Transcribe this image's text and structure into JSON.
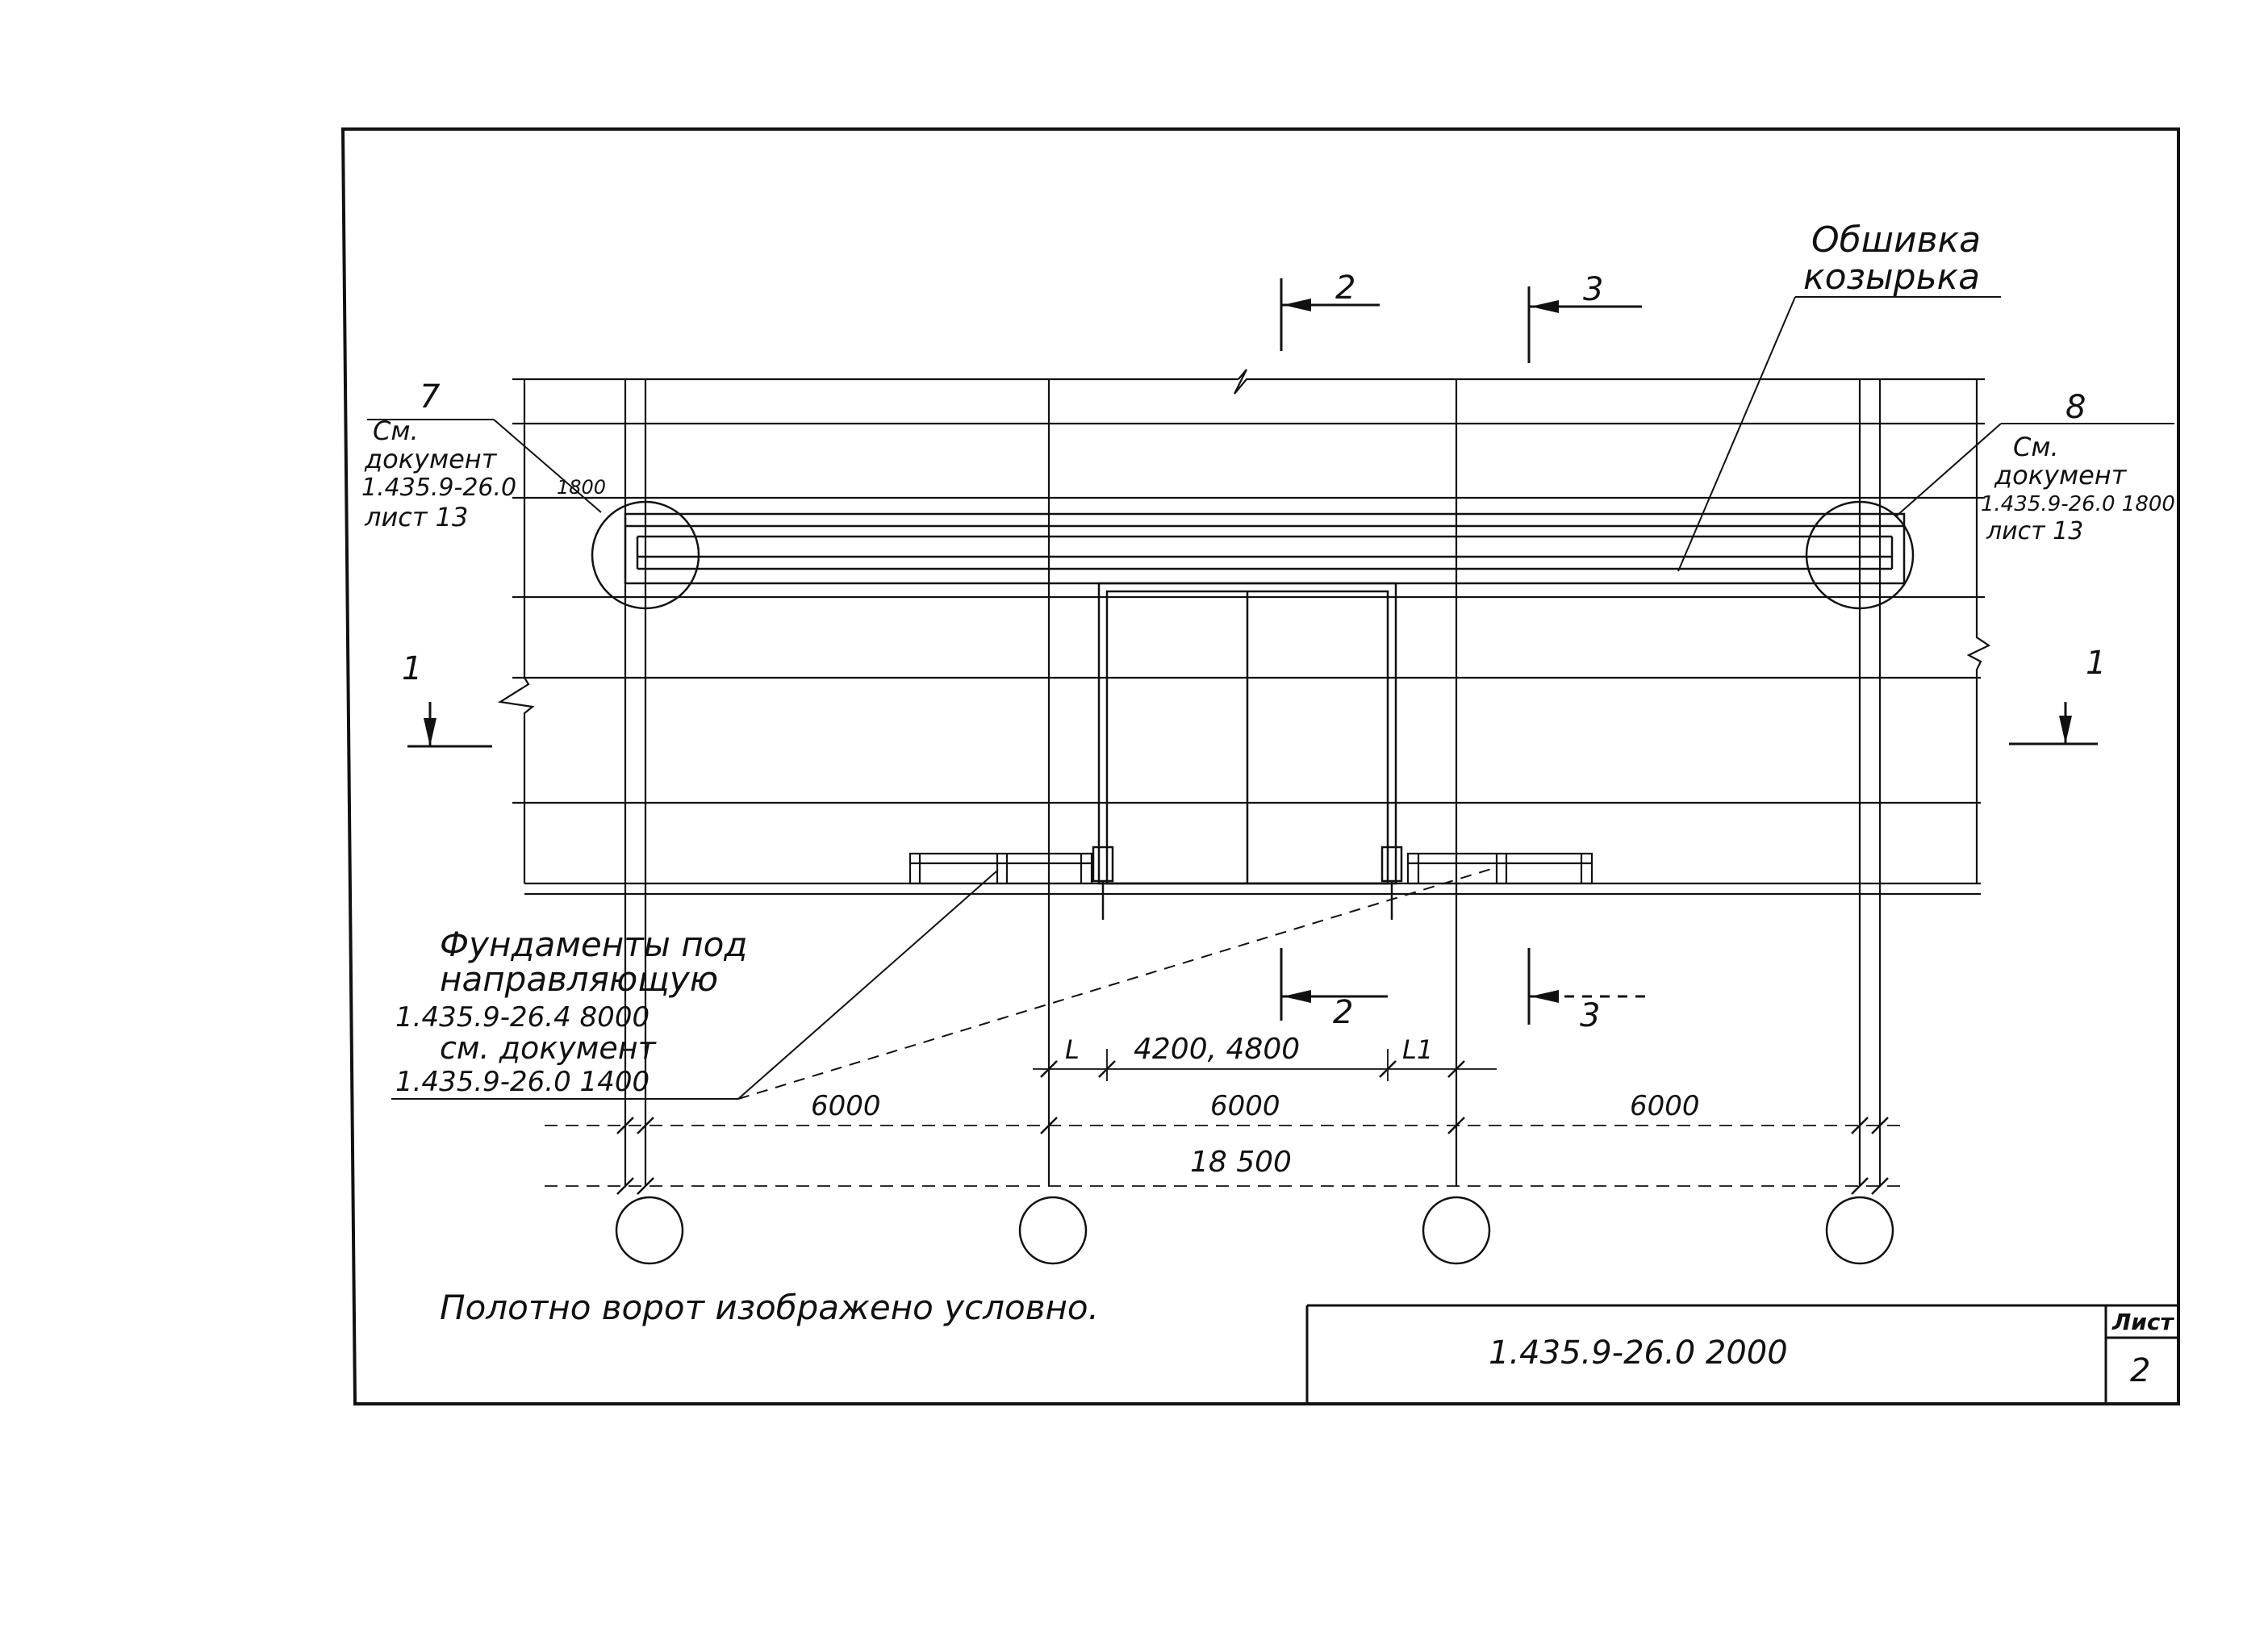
{
  "callouts": {
    "left": {
      "number": "7",
      "line1": "См.",
      "line2": "документ",
      "line3": "1.435.9-26.0",
      "line3b": "1800",
      "line4": "лист 13"
    },
    "right": {
      "number": "8",
      "line1": "См.",
      "line2": "документ",
      "line3": "1.435.9-26.0 1800",
      "line4": "лист 13"
    },
    "canopy": {
      "line1": "Обшивка",
      "line2": "козырька"
    },
    "foundations": {
      "line1": "Фундаменты под",
      "line2": "направляющую",
      "line3": "1.435.9-26.4 8000",
      "line4": "см. документ",
      "line5": "1.435.9-26.0 1400"
    }
  },
  "sections": {
    "s1_left": "1",
    "s1_right": "1",
    "s2_top": "2",
    "s3_top": "3",
    "s2_bottom": "2",
    "s3_bottom": "3"
  },
  "dimensions": {
    "l": "L",
    "gate_widths": "4200, 4800",
    "l1": "L1",
    "bay_left": "6000",
    "bay_middle": "6000",
    "bay_right": "6000",
    "total": "18 500"
  },
  "note": "Полотно ворот изображено условно.",
  "title_block": {
    "code": "1.435.9-26.0 2000",
    "sheet_label": "Лист",
    "sheet_number": "2"
  }
}
